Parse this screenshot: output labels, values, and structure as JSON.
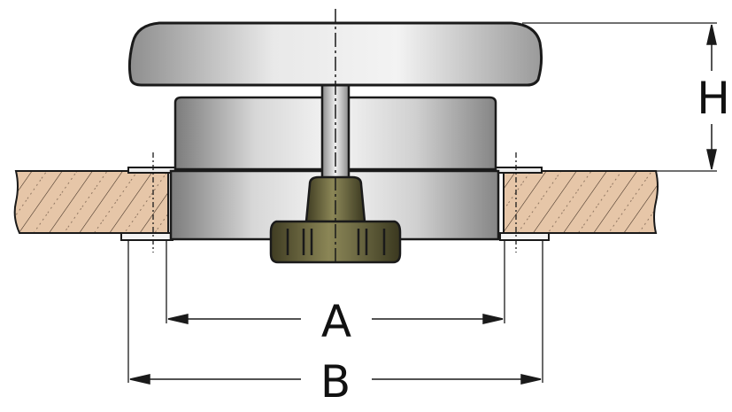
{
  "dimensions": {
    "a_label": "A",
    "b_label": "B",
    "h_label": "H"
  },
  "colors": {
    "outline": "#1a1a1a",
    "deck_wood": "#e6c6a8",
    "knob_olive": "#5a5632",
    "metal_light": "#f2f2f2",
    "metal_dark": "#8a8a8a"
  }
}
